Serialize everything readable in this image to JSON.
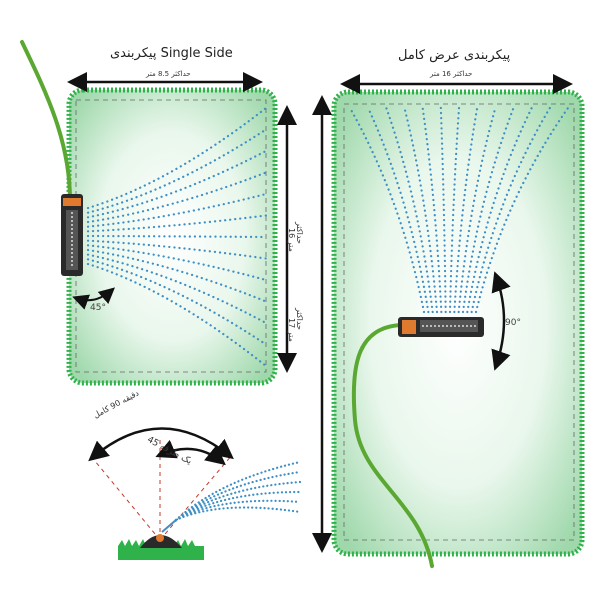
{
  "single_side": {
    "title": "پیکربندی Single Side",
    "width_label": "حداکثر 8.5 متر",
    "height_label_1": "حداکثر",
    "height_label_2": "16 متر",
    "angle_label": "45°"
  },
  "full_width": {
    "title": "پیکربندی عرض کامل",
    "width_label": "حداکثر 16 متر",
    "height_label_1": "حداکثر",
    "height_label_2": "17 متر",
    "angle_label": "90°"
  },
  "side_view": {
    "full_arc_label": "دقیقه 90 کامل",
    "half_arc_label": "45 یک طرفه"
  },
  "colors": {
    "grass": "#2fb24a",
    "spray": "#3f8fc4",
    "hose": "#5aa832",
    "accent": "#e07a2e"
  }
}
